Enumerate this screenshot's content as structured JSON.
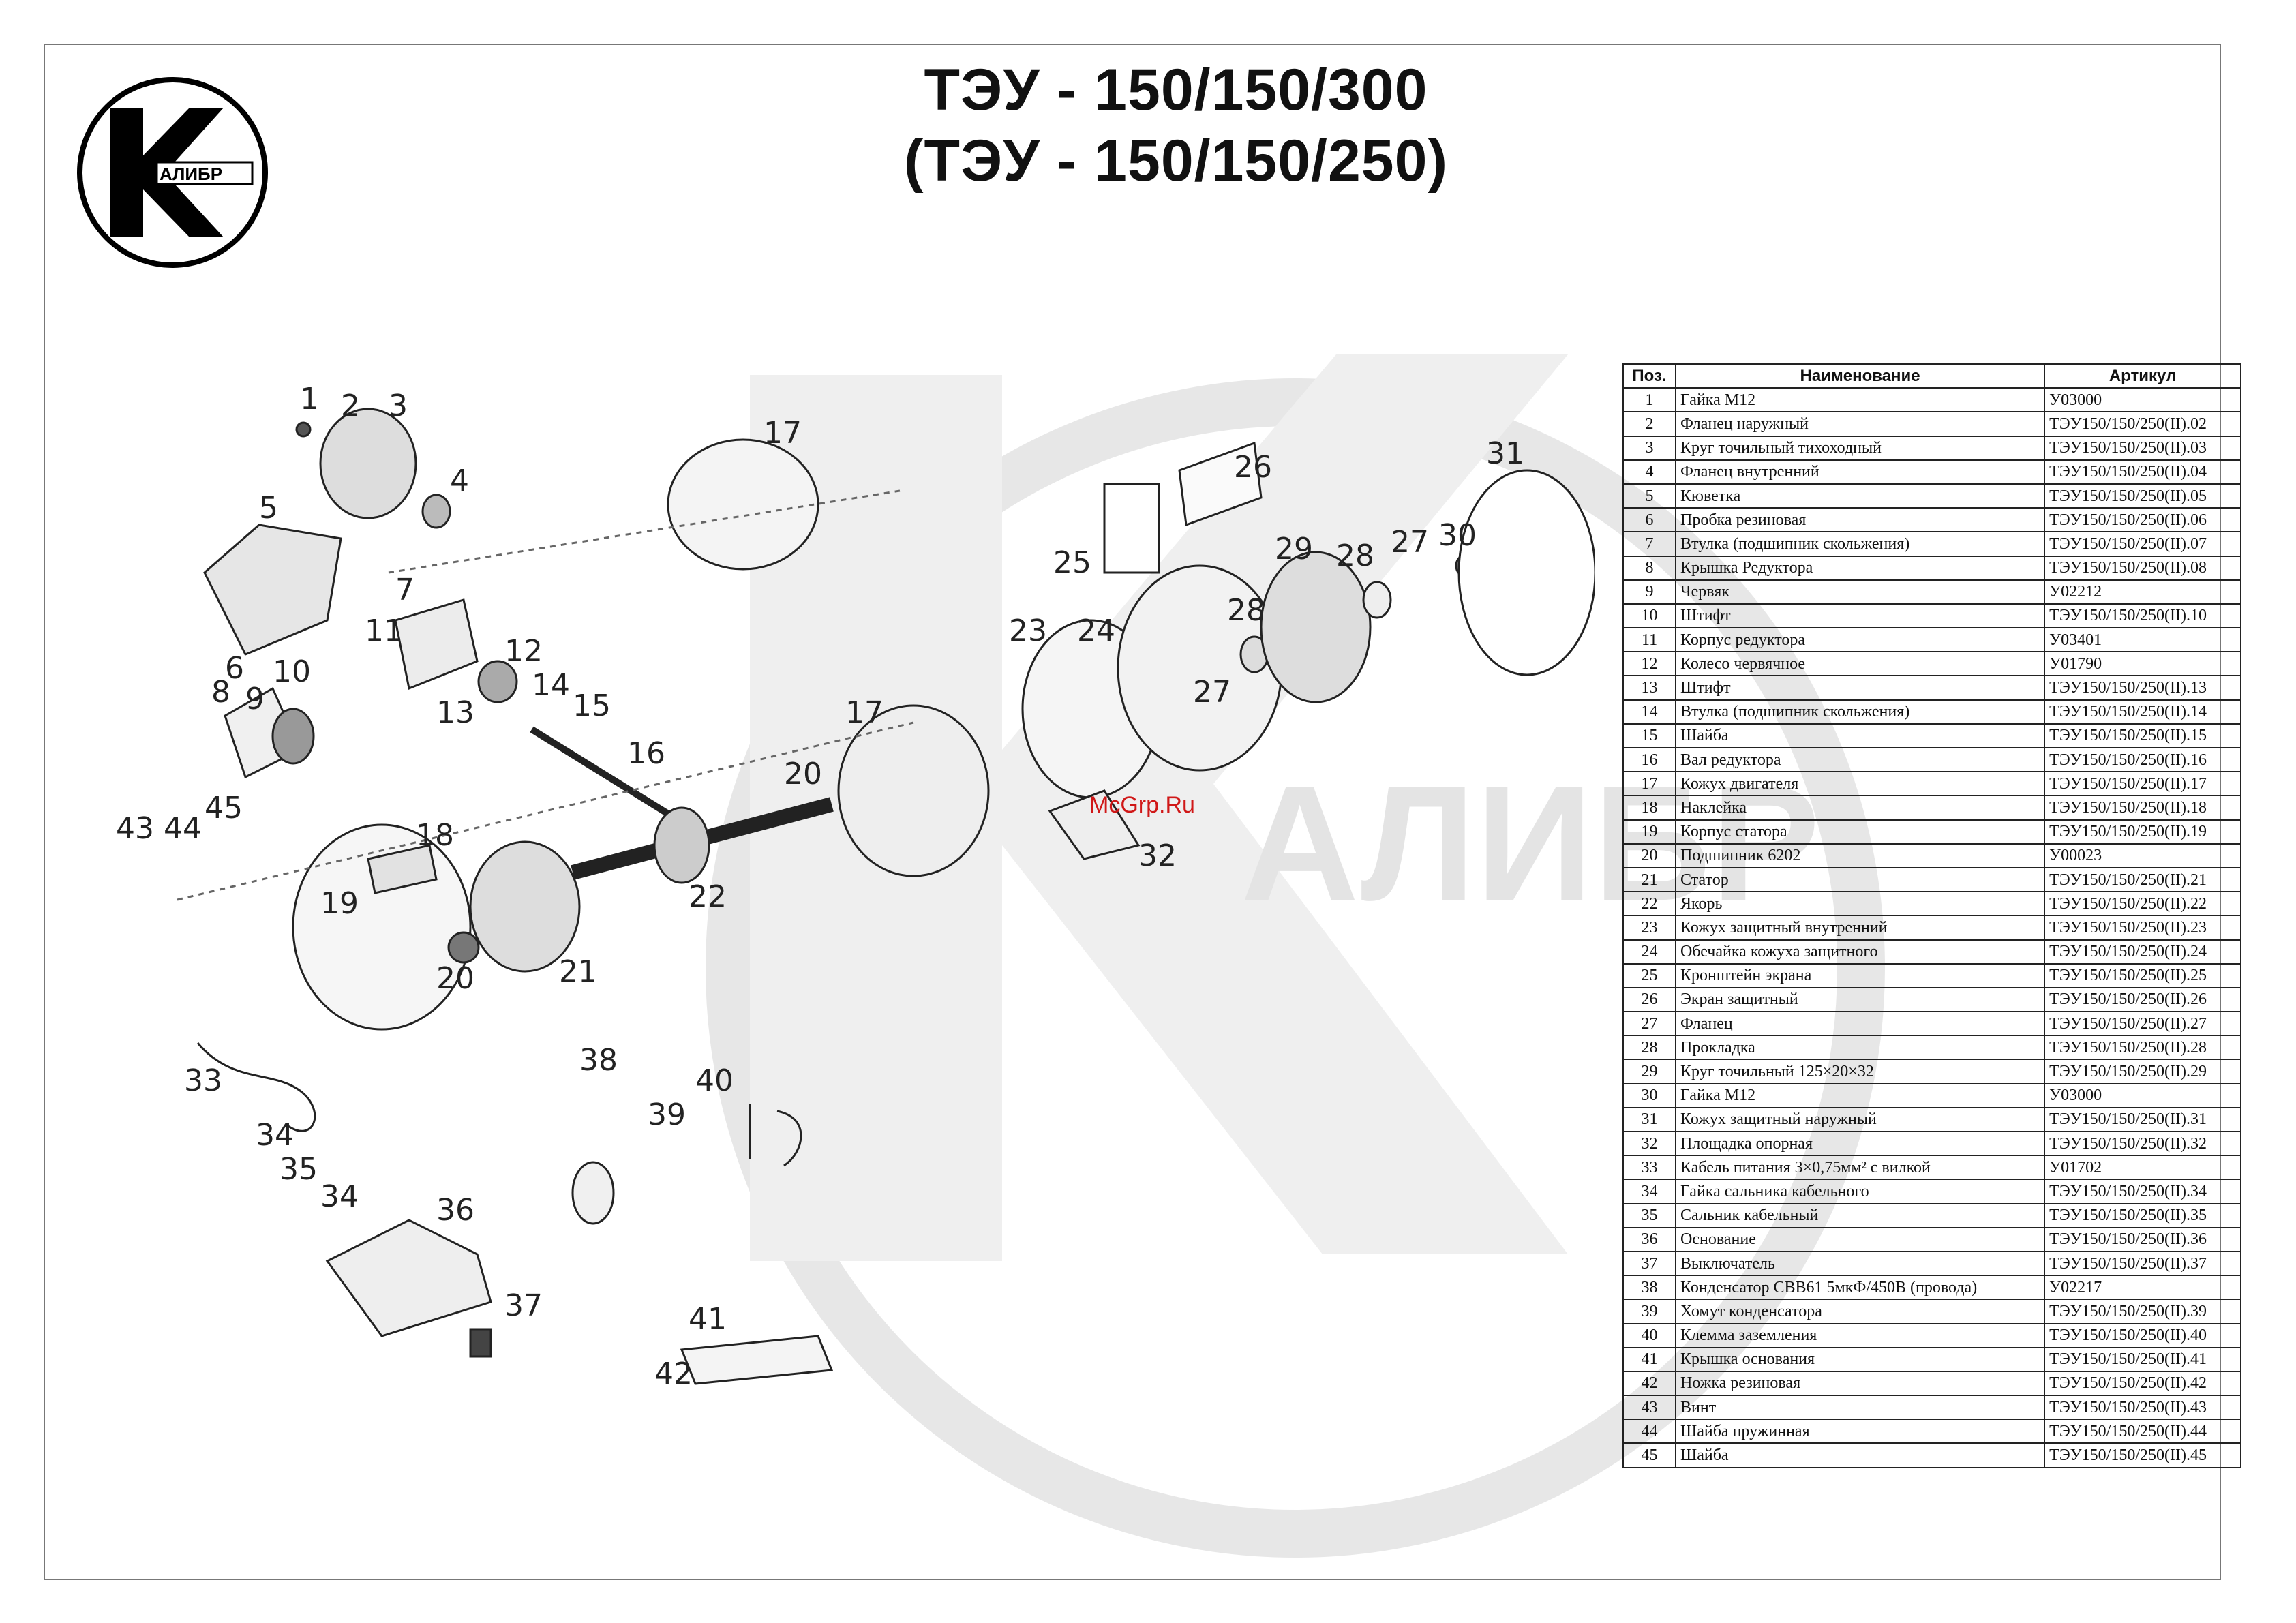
{
  "logo": {
    "text": "АЛИБР",
    "icon": "kalibr-logo-icon"
  },
  "title": {
    "line1": "ТЭУ - 150/150/300",
    "line2": "(ТЭУ - 150/150/250)"
  },
  "watermark": {
    "text": "АЛИБР",
    "site": "McGrp.Ru"
  },
  "table": {
    "headers": {
      "pos": "Поз.",
      "name": "Наименование",
      "article": "Артикул"
    },
    "rows": [
      {
        "pos": "1",
        "name": "Гайка М12",
        "article": "У03000"
      },
      {
        "pos": "2",
        "name": "Фланец наружный",
        "article": "ТЭУ150/150/250(II).02"
      },
      {
        "pos": "3",
        "name": "Круг точильный тихоходный",
        "article": "ТЭУ150/150/250(II).03"
      },
      {
        "pos": "4",
        "name": "Фланец внутренний",
        "article": "ТЭУ150/150/250(II).04"
      },
      {
        "pos": "5",
        "name": "Кюветка",
        "article": "ТЭУ150/150/250(II).05"
      },
      {
        "pos": "6",
        "name": "Пробка резиновая",
        "article": "ТЭУ150/150/250(II).06"
      },
      {
        "pos": "7",
        "name": "Втулка (подшипник скольжения)",
        "article": "ТЭУ150/150/250(II).07"
      },
      {
        "pos": "8",
        "name": "Крышка Редуктора",
        "article": "ТЭУ150/150/250(II).08"
      },
      {
        "pos": "9",
        "name": "Червяк",
        "article": "У02212"
      },
      {
        "pos": "10",
        "name": "Штифт",
        "article": "ТЭУ150/150/250(II).10"
      },
      {
        "pos": "11",
        "name": "Корпус редуктора",
        "article": "У03401"
      },
      {
        "pos": "12",
        "name": "Колесо червячное",
        "article": "У01790"
      },
      {
        "pos": "13",
        "name": "Штифт",
        "article": "ТЭУ150/150/250(II).13"
      },
      {
        "pos": "14",
        "name": "Втулка (подшипник скольжения)",
        "article": "ТЭУ150/150/250(II).14"
      },
      {
        "pos": "15",
        "name": "Шайба",
        "article": "ТЭУ150/150/250(II).15"
      },
      {
        "pos": "16",
        "name": "Вал редуктора",
        "article": "ТЭУ150/150/250(II).16"
      },
      {
        "pos": "17",
        "name": "Кожух двигателя",
        "article": "ТЭУ150/150/250(II).17"
      },
      {
        "pos": "18",
        "name": "Наклейка",
        "article": "ТЭУ150/150/250(II).18"
      },
      {
        "pos": "19",
        "name": "Корпус статора",
        "article": "ТЭУ150/150/250(II).19"
      },
      {
        "pos": "20",
        "name": "Подшипник 6202",
        "article": "У00023"
      },
      {
        "pos": "21",
        "name": "Статор",
        "article": "ТЭУ150/150/250(II).21"
      },
      {
        "pos": "22",
        "name": "Якорь",
        "article": "ТЭУ150/150/250(II).22"
      },
      {
        "pos": "23",
        "name": "Кожух защитный внутренний",
        "article": "ТЭУ150/150/250(II).23"
      },
      {
        "pos": "24",
        "name": "Обечайка кожуха защитного",
        "article": "ТЭУ150/150/250(II).24"
      },
      {
        "pos": "25",
        "name": "Кронштейн экрана",
        "article": "ТЭУ150/150/250(II).25"
      },
      {
        "pos": "26",
        "name": "Экран защитный",
        "article": "ТЭУ150/150/250(II).26"
      },
      {
        "pos": "27",
        "name": "Фланец",
        "article": "ТЭУ150/150/250(II).27"
      },
      {
        "pos": "28",
        "name": "Прокладка",
        "article": "ТЭУ150/150/250(II).28"
      },
      {
        "pos": "29",
        "name": "Круг точильный 125×20×32",
        "article": "ТЭУ150/150/250(II).29"
      },
      {
        "pos": "30",
        "name": "Гайка М12",
        "article": "У03000"
      },
      {
        "pos": "31",
        "name": "Кожух защитный наружный",
        "article": "ТЭУ150/150/250(II).31"
      },
      {
        "pos": "32",
        "name": "Площадка опорная",
        "article": "ТЭУ150/150/250(II).32"
      },
      {
        "pos": "33",
        "name": "Кабель питания 3×0,75мм² с вилкой",
        "article": "У01702"
      },
      {
        "pos": "34",
        "name": "Гайка сальника кабельного",
        "article": "ТЭУ150/150/250(II).34"
      },
      {
        "pos": "35",
        "name": "Сальник кабельный",
        "article": "ТЭУ150/150/250(II).35"
      },
      {
        "pos": "36",
        "name": "Основание",
        "article": "ТЭУ150/150/250(II).36"
      },
      {
        "pos": "37",
        "name": "Выключатель",
        "article": "ТЭУ150/150/250(II).37"
      },
      {
        "pos": "38",
        "name": "Конденсатор СВВ61 5мкФ/450В (провода)",
        "article": "У02217"
      },
      {
        "pos": "39",
        "name": "Хомут конденсатора",
        "article": "ТЭУ150/150/250(II).39"
      },
      {
        "pos": "40",
        "name": "Клемма заземления",
        "article": "ТЭУ150/150/250(II).40"
      },
      {
        "pos": "41",
        "name": "Крышка основания",
        "article": "ТЭУ150/150/250(II).41"
      },
      {
        "pos": "42",
        "name": "Ножка резиновая",
        "article": "ТЭУ150/150/250(II).42"
      },
      {
        "pos": "43",
        "name": "Винт",
        "article": "ТЭУ150/150/250(II).43"
      },
      {
        "pos": "44",
        "name": "Шайба пружинная",
        "article": "ТЭУ150/150/250(II).44"
      },
      {
        "pos": "45",
        "name": "Шайба",
        "article": "ТЭУ150/150/250(II).45"
      }
    ]
  },
  "callouts": [
    "1",
    "2",
    "3",
    "4",
    "5",
    "6",
    "7",
    "8",
    "9",
    "10",
    "11",
    "12",
    "13",
    "14",
    "15",
    "16",
    "17",
    "18",
    "19",
    "20",
    "21",
    "22",
    "23",
    "24",
    "25",
    "26",
    "27",
    "28",
    "29",
    "30",
    "31",
    "32",
    "33",
    "34",
    "35",
    "36",
    "37",
    "38",
    "39",
    "40",
    "41",
    "42",
    "43",
    "44",
    "45"
  ]
}
